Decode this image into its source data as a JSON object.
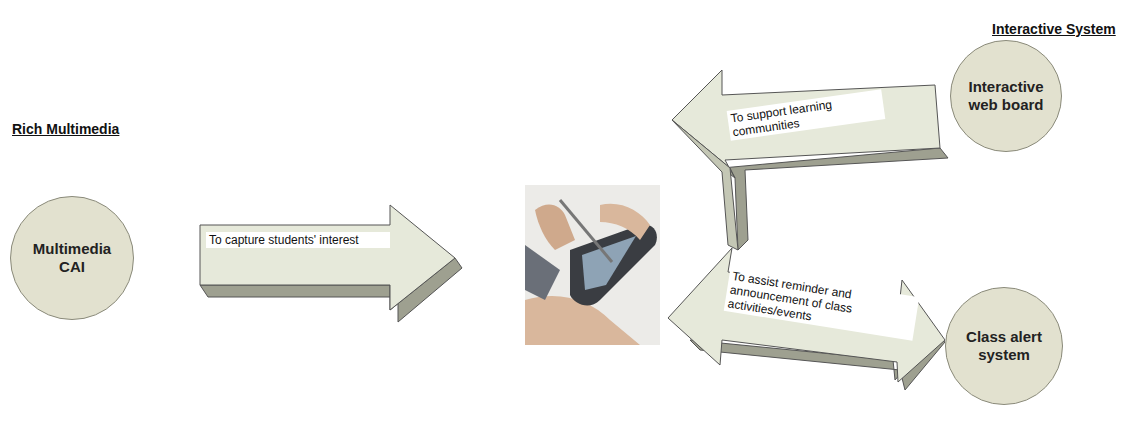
{
  "diagram": {
    "nodes": [
      {
        "text": [
          "Multimedia CAI"
        ]
      },
      {
        "text": [
          "Interactive web board"
        ]
      },
      {
        "text": [
          "Class alert system"
        ]
      }
    ],
    "labels": [
      "Rich Multimedia",
      "Interactive System",
      "To capture students' interest",
      "To support learning communities",
      "To assist reminder and announcement of class activities/events"
    ]
  }
}
